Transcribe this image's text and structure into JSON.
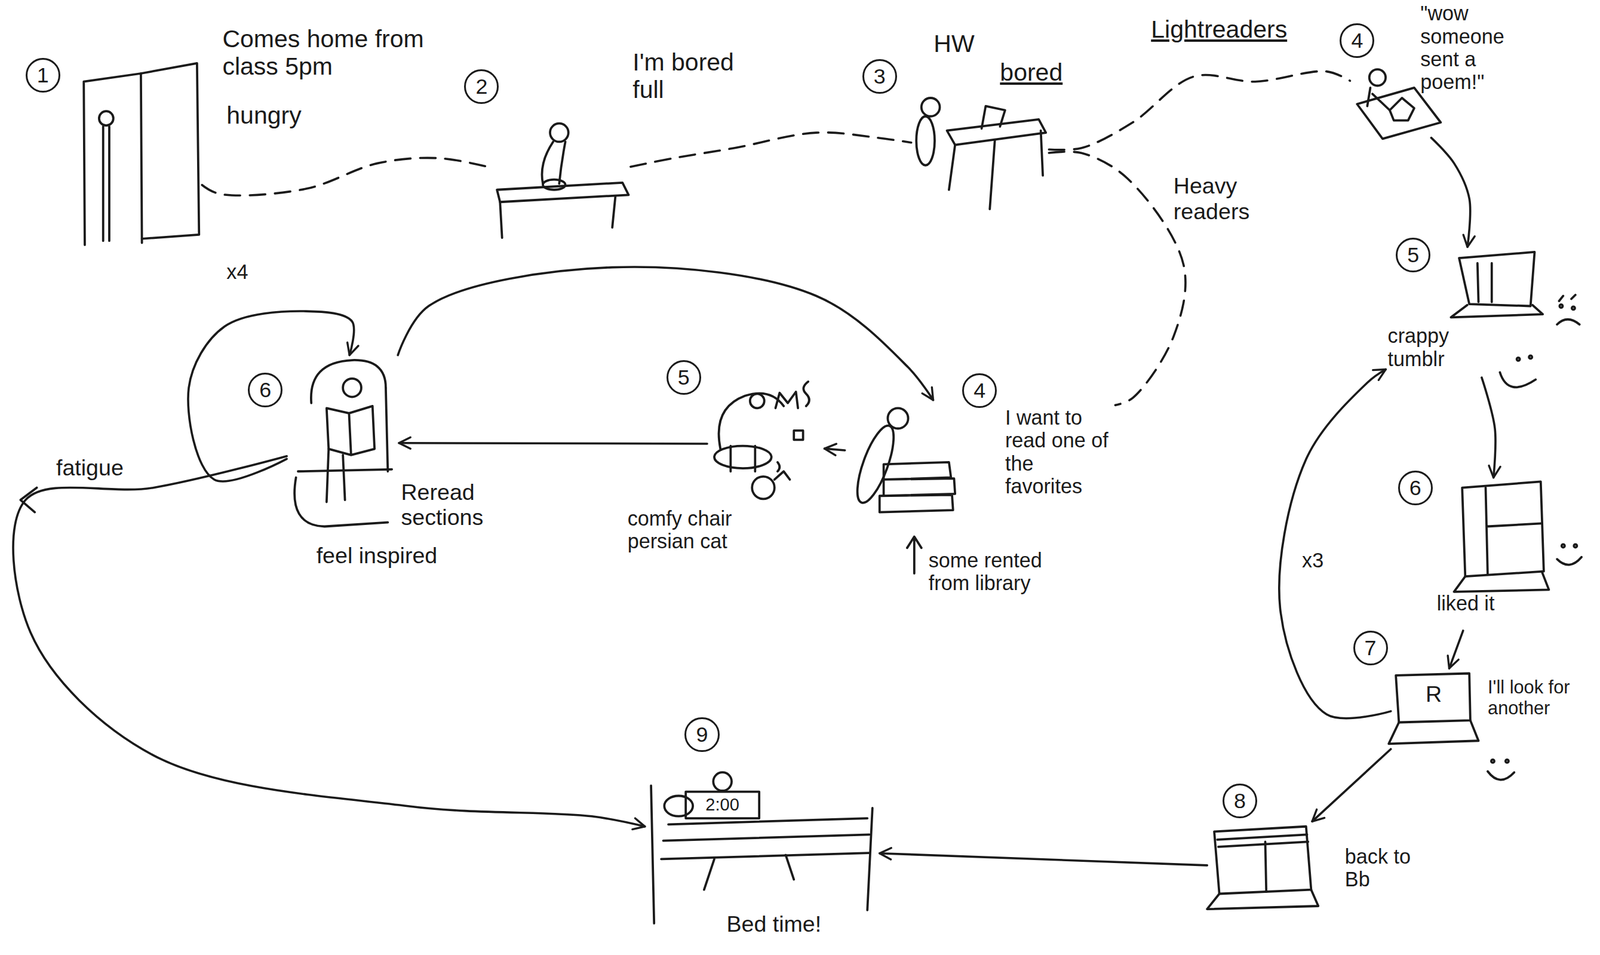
{
  "diagram": {
    "nodes": [
      {
        "text": [
          "1",
          "Comes home from class 5pm",
          "hungry"
        ]
      },
      {
        "text": [
          "2",
          "I'm bored full"
        ]
      },
      {
        "text": [
          "3",
          "HW",
          "bored"
        ]
      },
      {
        "text": [
          "4",
          "\"wow someone sent a poem!\""
        ]
      },
      {
        "text": [
          "5",
          "crappy tumblr"
        ]
      },
      {
        "text": [
          "6",
          "liked it"
        ]
      },
      {
        "text": [
          "7",
          "R",
          "I'll look for another"
        ]
      },
      {
        "text": [
          "8",
          "back to Bb"
        ]
      },
      {
        "text": [
          "4",
          "I want to read one of the favorites",
          "some rented from library"
        ]
      },
      {
        "text": [
          "5",
          "comfy chair persian cat"
        ]
      },
      {
        "text": [
          "6",
          "Reread sections",
          "feel inspired"
        ]
      },
      {
        "text": [
          "9",
          "2:00",
          "Bed time!"
        ]
      }
    ],
    "edges": [
      {
        "from": 0,
        "to": 1,
        "arrow": "none"
      },
      {
        "from": 1,
        "to": 2,
        "arrow": "none"
      },
      {
        "from": 2,
        "to": 3,
        "label": "Lightreaders",
        "arrow": "none"
      },
      {
        "from": 2,
        "to": 8,
        "label": "Heavy readers",
        "arrow": "none"
      },
      {
        "from": 3,
        "to": 4,
        "arrow": "to"
      },
      {
        "from": 4,
        "to": 5,
        "arrow": "to"
      },
      {
        "from": 5,
        "to": 6,
        "arrow": "to"
      },
      {
        "from": 6,
        "to": 4,
        "label": "x3",
        "arrow": "to"
      },
      {
        "from": 6,
        "to": 7,
        "arrow": "to"
      },
      {
        "from": 7,
        "to": 11,
        "arrow": "to"
      },
      {
        "from": 8,
        "to": 9,
        "arrow": "to"
      },
      {
        "from": 9,
        "to": 10,
        "arrow": "to"
      },
      {
        "from": 10,
        "to": 8,
        "arrow": "to"
      },
      {
        "from": 10,
        "to": 10,
        "label": "x4",
        "arrow": "to"
      },
      {
        "from": 10,
        "to": 11,
        "label": "fatigue",
        "arrow": "to"
      }
    ]
  }
}
